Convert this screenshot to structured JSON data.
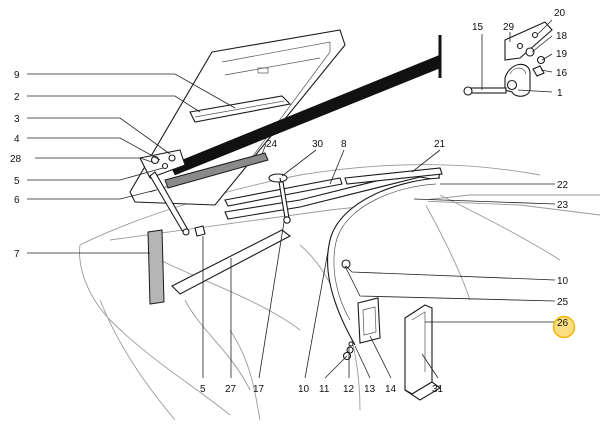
{
  "diagram": {
    "callouts": [
      {
        "id": "c15a",
        "label": "15"
      },
      {
        "id": "c29",
        "label": "29"
      },
      {
        "id": "c20",
        "label": "20"
      },
      {
        "id": "c18",
        "label": "18"
      },
      {
        "id": "c19",
        "label": "19"
      },
      {
        "id": "c16",
        "label": "16"
      },
      {
        "id": "c1",
        "label": "1"
      },
      {
        "id": "c9",
        "label": "9"
      },
      {
        "id": "c2",
        "label": "2"
      },
      {
        "id": "c3",
        "label": "3"
      },
      {
        "id": "c4",
        "label": "4"
      },
      {
        "id": "c28",
        "label": "28"
      },
      {
        "id": "c5a",
        "label": "5"
      },
      {
        "id": "c6",
        "label": "6"
      },
      {
        "id": "c24",
        "label": "24"
      },
      {
        "id": "c30",
        "label": "30"
      },
      {
        "id": "c8",
        "label": "8"
      },
      {
        "id": "c21",
        "label": "21"
      },
      {
        "id": "c22",
        "label": "22"
      },
      {
        "id": "c23",
        "label": "23"
      },
      {
        "id": "c7",
        "label": "7"
      },
      {
        "id": "c10a",
        "label": "10"
      },
      {
        "id": "c25a",
        "label": "25"
      },
      {
        "id": "c26",
        "label": "26"
      },
      {
        "id": "c5b",
        "label": "5"
      },
      {
        "id": "c27",
        "label": "27"
      },
      {
        "id": "c17",
        "label": "17"
      },
      {
        "id": "c10b",
        "label": "10"
      },
      {
        "id": "c11",
        "label": "11"
      },
      {
        "id": "c12",
        "label": "12"
      },
      {
        "id": "c13",
        "label": "13"
      },
      {
        "id": "c14",
        "label": "14"
      },
      {
        "id": "c31",
        "label": "31"
      }
    ],
    "highlight": {
      "callout": "26",
      "color": "#f7c21a"
    }
  }
}
